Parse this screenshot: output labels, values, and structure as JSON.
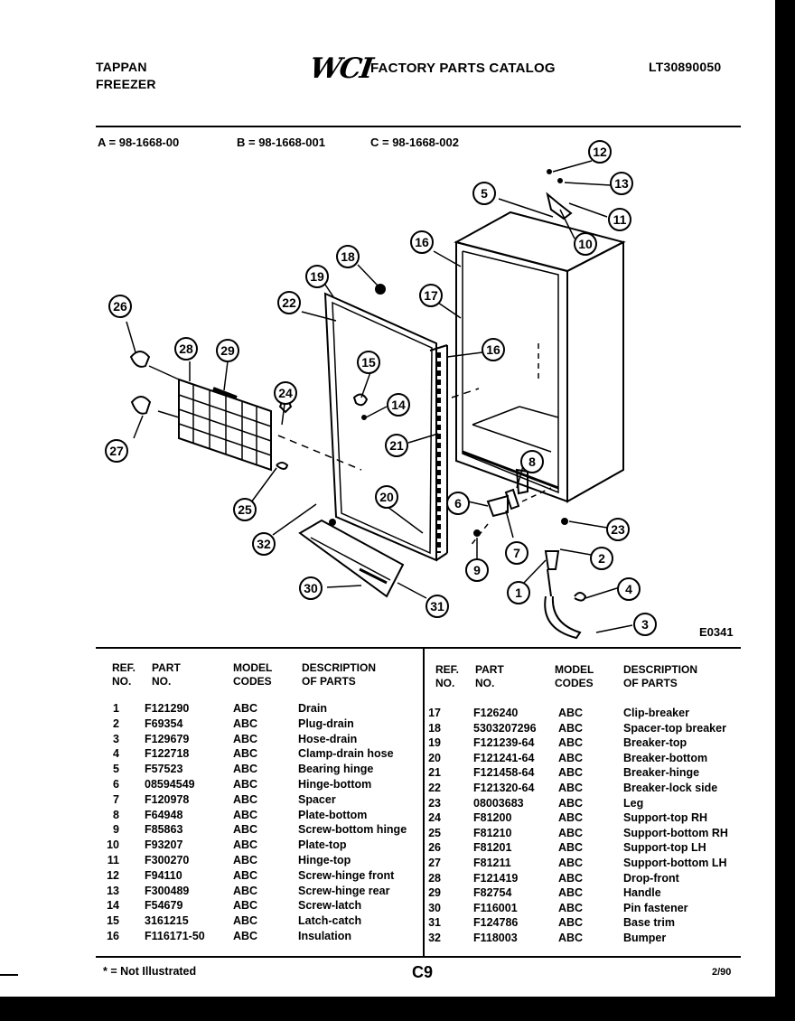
{
  "header": {
    "brand_line1": "TAPPAN",
    "brand_line2": "FREEZER",
    "logo": "WCI",
    "catalog_title": "FACTORY PARTS CATALOG",
    "catalog_number": "LT30890050"
  },
  "models": {
    "a": "A = 98-1668-00",
    "b": "B = 98-1668-001",
    "c": "C = 98-1668-002"
  },
  "diagram": {
    "figure_id": "E0341",
    "callouts": [
      "1",
      "2",
      "3",
      "4",
      "5",
      "6",
      "7",
      "8",
      "9",
      "10",
      "11",
      "12",
      "13",
      "14",
      "15",
      "16",
      "16",
      "17",
      "18",
      "19",
      "20",
      "21",
      "22",
      "23",
      "24",
      "25",
      "26",
      "27",
      "28",
      "29",
      "30",
      "31",
      "32"
    ]
  },
  "table": {
    "headers": {
      "ref": "REF.\nNO.",
      "part": "PART\nNO.",
      "model": "MODEL\nCODES",
      "desc": "DESCRIPTION\nOF PARTS"
    },
    "left_rows": [
      {
        "ref": "1",
        "part": "F121290",
        "codes": "ABC",
        "desc": "Drain"
      },
      {
        "ref": "2",
        "part": "F69354",
        "codes": "ABC",
        "desc": "Plug-drain"
      },
      {
        "ref": "3",
        "part": "F129679",
        "codes": "ABC",
        "desc": "Hose-drain"
      },
      {
        "ref": "4",
        "part": "F122718",
        "codes": "ABC",
        "desc": "Clamp-drain hose"
      },
      {
        "ref": "5",
        "part": "F57523",
        "codes": "ABC",
        "desc": "Bearing hinge"
      },
      {
        "ref": "6",
        "part": "08594549",
        "codes": "ABC",
        "desc": "Hinge-bottom"
      },
      {
        "ref": "7",
        "part": "F120978",
        "codes": "ABC",
        "desc": "Spacer"
      },
      {
        "ref": "8",
        "part": "F64948",
        "codes": "ABC",
        "desc": "Plate-bottom"
      },
      {
        "ref": "9",
        "part": "F85863",
        "codes": "ABC",
        "desc": "Screw-bottom hinge"
      },
      {
        "ref": "10",
        "part": "F93207",
        "codes": "ABC",
        "desc": "Plate-top"
      },
      {
        "ref": "11",
        "part": "F300270",
        "codes": "ABC",
        "desc": "Hinge-top"
      },
      {
        "ref": "12",
        "part": "F94110",
        "codes": "ABC",
        "desc": "Screw-hinge front"
      },
      {
        "ref": "13",
        "part": "F300489",
        "codes": "ABC",
        "desc": "Screw-hinge rear"
      },
      {
        "ref": "14",
        "part": "F54679",
        "codes": "ABC",
        "desc": "Screw-latch"
      },
      {
        "ref": "15",
        "part": "3161215",
        "codes": "ABC",
        "desc": "Latch-catch"
      },
      {
        "ref": "16",
        "part": "F116171-50",
        "codes": "ABC",
        "desc": "Insulation"
      }
    ],
    "right_rows": [
      {
        "ref": "17",
        "part": "F126240",
        "codes": "ABC",
        "desc": "Clip-breaker"
      },
      {
        "ref": "18",
        "part": "5303207296",
        "codes": "ABC",
        "desc": "Spacer-top breaker"
      },
      {
        "ref": "19",
        "part": "F121239-64",
        "codes": "ABC",
        "desc": "Breaker-top"
      },
      {
        "ref": "20",
        "part": "F121241-64",
        "codes": "ABC",
        "desc": "Breaker-bottom"
      },
      {
        "ref": "21",
        "part": "F121458-64",
        "codes": "ABC",
        "desc": "Breaker-hinge"
      },
      {
        "ref": "22",
        "part": "F121320-64",
        "codes": "ABC",
        "desc": "Breaker-lock side"
      },
      {
        "ref": "23",
        "part": "08003683",
        "codes": "ABC",
        "desc": "Leg"
      },
      {
        "ref": "24",
        "part": "F81200",
        "codes": "ABC",
        "desc": "Support-top RH"
      },
      {
        "ref": "25",
        "part": "F81210",
        "codes": "ABC",
        "desc": "Support-bottom RH"
      },
      {
        "ref": "26",
        "part": "F81201",
        "codes": "ABC",
        "desc": "Support-top LH"
      },
      {
        "ref": "27",
        "part": "F81211",
        "codes": "ABC",
        "desc": "Support-bottom LH"
      },
      {
        "ref": "28",
        "part": "F121419",
        "codes": "ABC",
        "desc": "Drop-front"
      },
      {
        "ref": "29",
        "part": "F82754",
        "codes": "ABC",
        "desc": "Handle"
      },
      {
        "ref": "30",
        "part": "F116001",
        "codes": "ABC",
        "desc": "Pin fastener"
      },
      {
        "ref": "31",
        "part": "F124786",
        "codes": "ABC",
        "desc": "Base trim"
      },
      {
        "ref": "32",
        "part": "F118003",
        "codes": "ABC",
        "desc": "Bumper"
      }
    ]
  },
  "footer": {
    "note": "* = Not Illustrated",
    "page": "C9",
    "date": "2/90"
  }
}
